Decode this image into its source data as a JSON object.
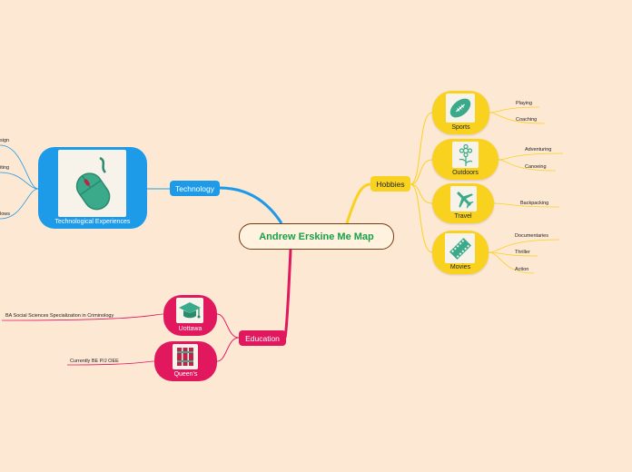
{
  "central": {
    "label": "Andrew Erskine Me Map"
  },
  "colors": {
    "background": "#fde8d4",
    "technology": "#1e9be8",
    "hobbies": "#f9d21f",
    "education": "#e2185f",
    "central_text": "#1a9e4a"
  },
  "technology": {
    "label": "Technology",
    "topic": {
      "label": "Technological Experiences",
      "icon": "computer-mouse-icon"
    },
    "leaves": [
      "sign",
      "iting",
      "lows"
    ]
  },
  "hobbies": {
    "label": "Hobbies",
    "topics": [
      {
        "label": "Sports",
        "icon": "football-icon",
        "leaves": [
          "Playing",
          "Coaching"
        ]
      },
      {
        "label": "Outdoors",
        "icon": "flower-icon",
        "leaves": [
          "Adventuring",
          "Canoeing"
        ]
      },
      {
        "label": "Travel",
        "icon": "airplane-icon",
        "leaves": [
          "Backpacking"
        ]
      },
      {
        "label": "Movies",
        "icon": "film-strip-icon",
        "leaves": [
          "Documentaries",
          "Thriller",
          "Action"
        ]
      }
    ]
  },
  "education": {
    "label": "Education",
    "topics": [
      {
        "label": "Uottawa",
        "icon": "graduation-cap-icon",
        "leaves": [
          "BA Social Sciences Specialization in Criminology"
        ]
      },
      {
        "label": "Queen's",
        "icon": "books-icon",
        "leaves": [
          "Currently BE P/J OEE"
        ]
      }
    ]
  }
}
